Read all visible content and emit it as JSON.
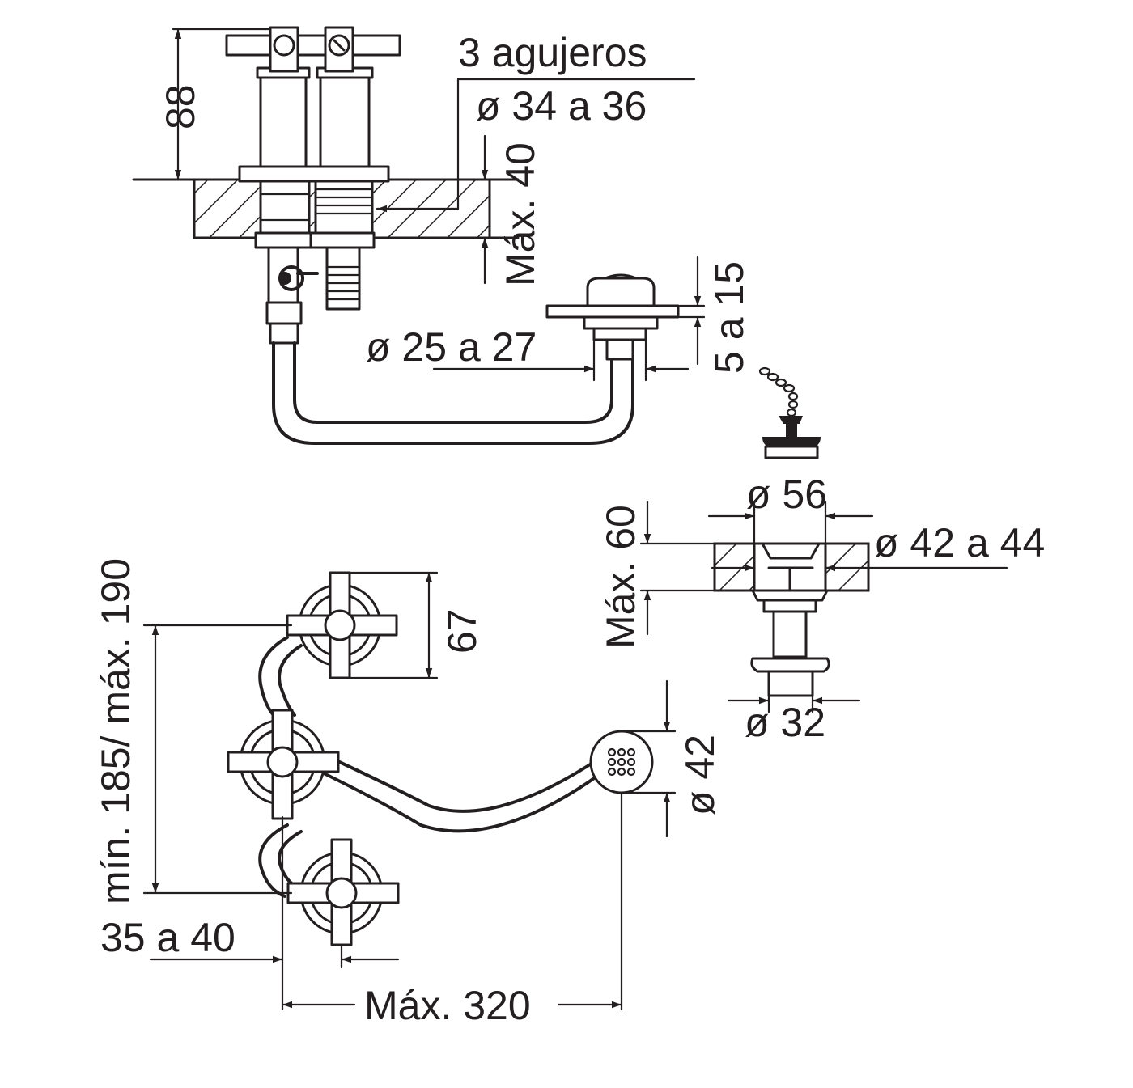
{
  "labels": {
    "d_88": "88",
    "holes": "3 agujeros",
    "hole_diam": "ø 34 a 36",
    "max_40": "Máx. 40",
    "d_5_15": "5 a 15",
    "d_25_27": "ø 25 a 27",
    "d_56": "ø 56",
    "max_60": "Máx. 60",
    "d_42_44": "ø 42 a 44",
    "d_32": "ø 32",
    "d_67": "67",
    "min_max": "mín. 185/ máx. 190",
    "d_42": "ø 42",
    "d_35_40": "35 a 40",
    "max_320": "Máx. 320"
  },
  "colors": {
    "line": "#231f20",
    "background": "#ffffff"
  }
}
